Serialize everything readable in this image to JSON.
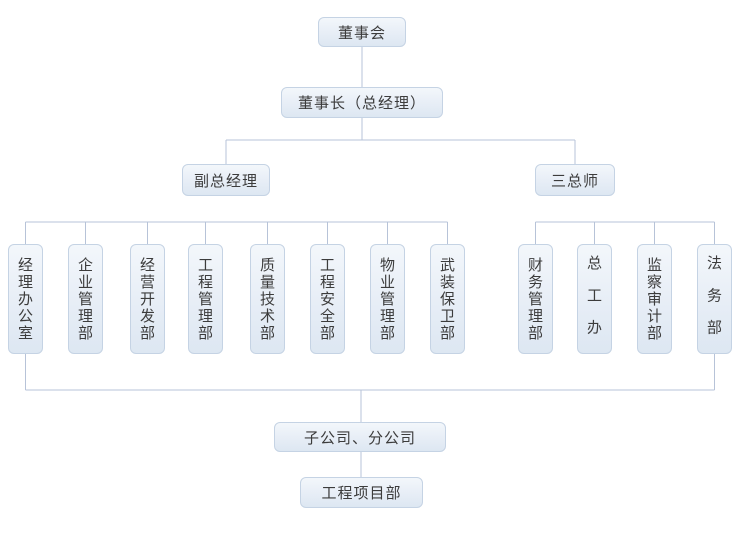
{
  "org": {
    "root": {
      "label": "董事会"
    },
    "executive": {
      "label": "董事长（总经理）"
    },
    "deputy": {
      "label": "副总经理"
    },
    "chiefs": {
      "label": "三总师"
    },
    "left_departments": [
      {
        "label": "经理办公室"
      },
      {
        "label": "企业管理部"
      },
      {
        "label": "经营开发部"
      },
      {
        "label": "工程管理部"
      },
      {
        "label": "质量技术部"
      },
      {
        "label": "工程安全部"
      },
      {
        "label": "物业管理部"
      },
      {
        "label": "武装保卫部"
      }
    ],
    "right_departments": [
      {
        "label": "财务管理部"
      },
      {
        "label": "总工办"
      },
      {
        "label": "监察审计部"
      },
      {
        "label": "法务部"
      }
    ],
    "subsidiaries": {
      "label": "子公司、分公司"
    },
    "project_dept": {
      "label": "工程项目部"
    }
  },
  "colors": {
    "node_fill_top": "#f3f7fb",
    "node_fill_bottom": "#dde7f2",
    "node_border": "#c5d3e4",
    "connector_line": "#b7c3d8",
    "text": "#3c3c3c"
  }
}
